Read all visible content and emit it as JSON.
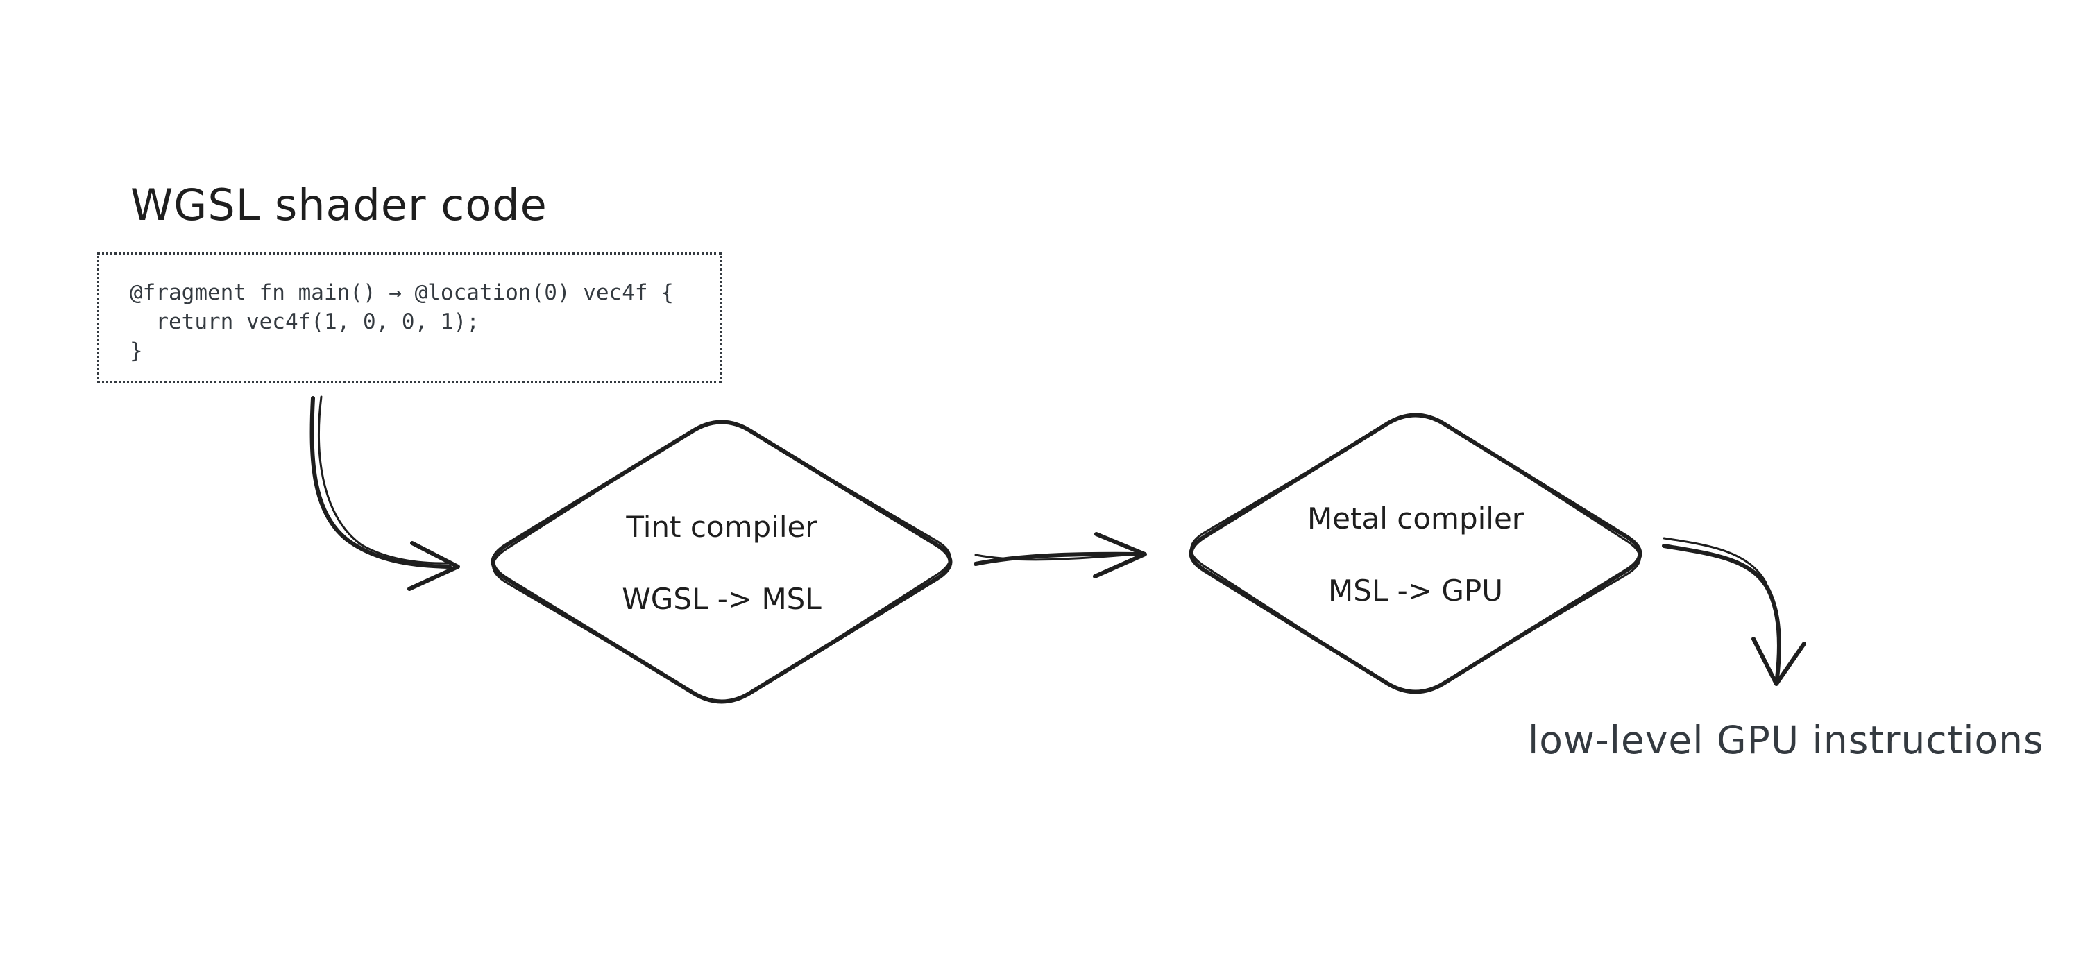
{
  "colors": {
    "background": "#ffffff",
    "ink": "#1e1e1e",
    "code_text": "#343a40",
    "output_text": "#343a40"
  },
  "source": {
    "title": "WGSL shader code",
    "code_lines": [
      "@fragment fn main() → @location(0) vec4f {",
      "  return vec4f(1, 0, 0, 1);",
      "}"
    ]
  },
  "nodes": [
    {
      "id": "tint-compiler",
      "title": "Tint compiler",
      "subtitle": "WGSL -> MSL"
    },
    {
      "id": "metal-compiler",
      "title": "Metal compiler",
      "subtitle": "MSL -> GPU"
    }
  ],
  "output": {
    "label": "low-level GPU instructions"
  },
  "edges": [
    {
      "from": "wgsl-shader-code",
      "to": "tint-compiler"
    },
    {
      "from": "tint-compiler",
      "to": "metal-compiler"
    },
    {
      "from": "metal-compiler",
      "to": "low-level-gpu-instructions"
    }
  ]
}
